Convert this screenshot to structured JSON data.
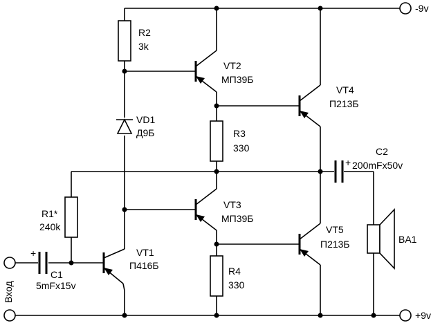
{
  "terminals": {
    "neg_supply": "-9v",
    "pos_supply": "+9v",
    "input": "Вход"
  },
  "components": {
    "R1": {
      "ref": "R1*",
      "value": "240k"
    },
    "R2": {
      "ref": "R2",
      "value": "3k"
    },
    "R3": {
      "ref": "R3",
      "value": "330"
    },
    "R4": {
      "ref": "R4",
      "value": "330"
    },
    "C1": {
      "ref": "C1",
      "value": "5mFx15v",
      "polarity": "+"
    },
    "C2": {
      "ref": "C2",
      "value": "200mFx50v",
      "polarity": "+"
    },
    "VD1": {
      "ref": "VD1",
      "value": "Д9Б"
    },
    "VT1": {
      "ref": "VT1",
      "value": "П416Б"
    },
    "VT2": {
      "ref": "VT2",
      "value": "МП39Б"
    },
    "VT3": {
      "ref": "VT3",
      "value": "МП39Б"
    },
    "VT4": {
      "ref": "VT4",
      "value": "П213Б"
    },
    "VT5": {
      "ref": "VT5",
      "value": "П213Б"
    },
    "BA1": {
      "ref": "BA1"
    }
  }
}
